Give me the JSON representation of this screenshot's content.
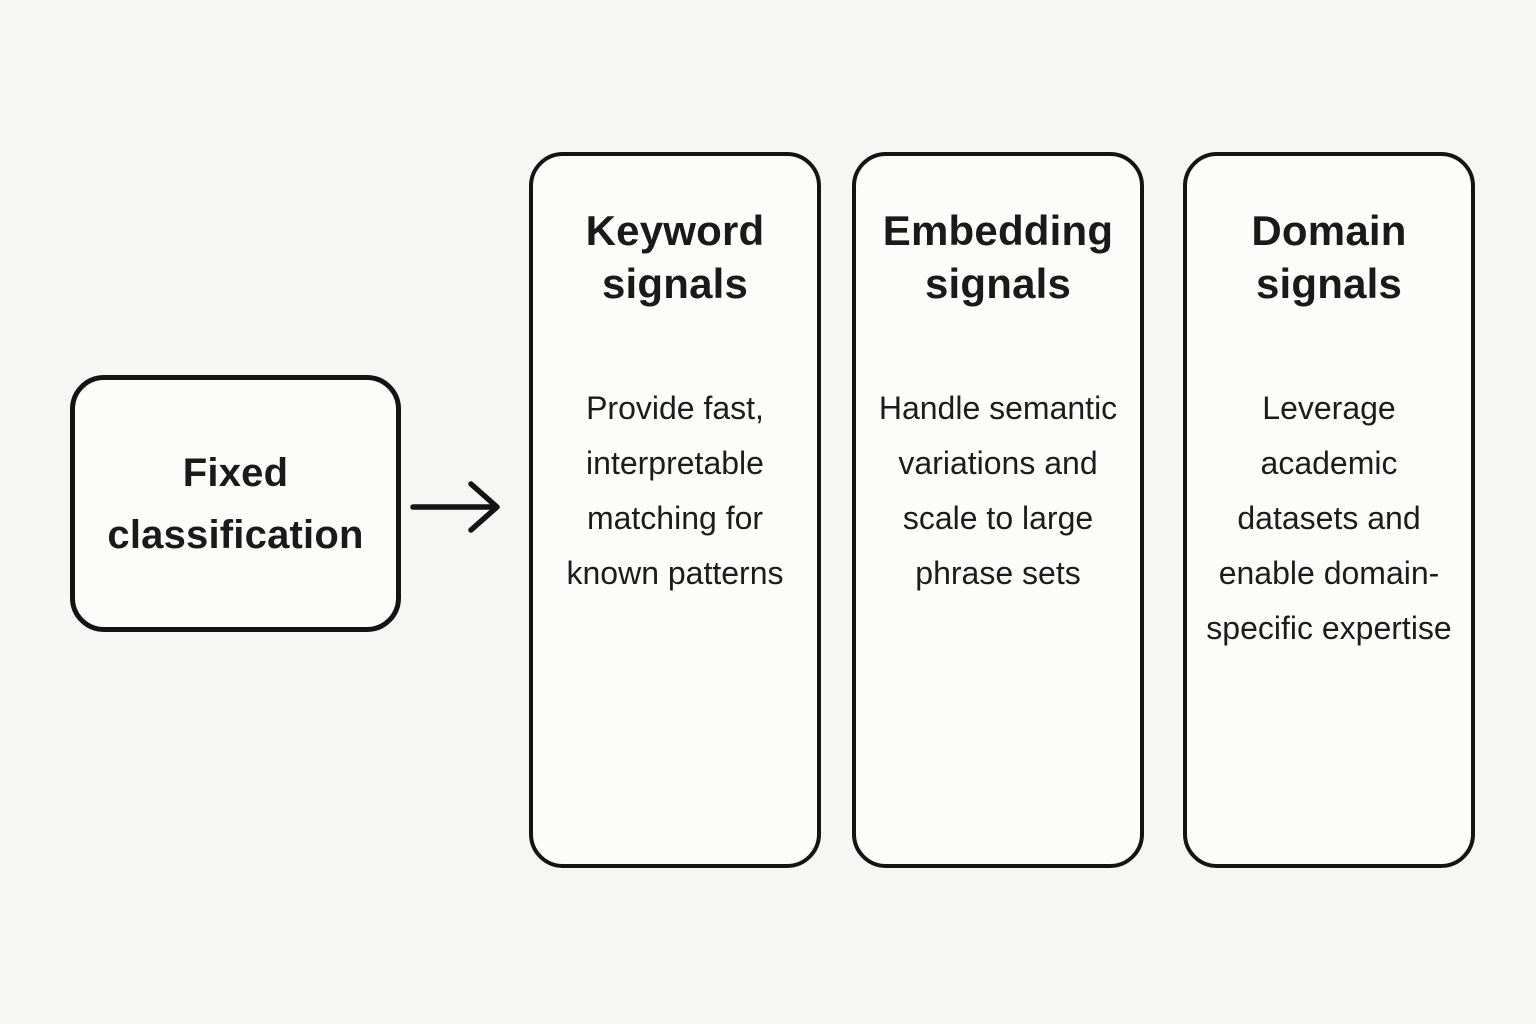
{
  "diagram": {
    "source_box": {
      "label": "Fixed classification"
    },
    "arrow": {
      "icon": "right-arrow-icon",
      "direction": "right"
    },
    "columns": [
      {
        "title": "Keyword signals",
        "body": "Provide fast, interpretable matching for known patterns"
      },
      {
        "title": "Embedding signals",
        "body": "Handle semantic variations and scale to large phrase sets"
      },
      {
        "title": "Domain signals",
        "body": "Leverage academic datasets and enable domain-specific expertise"
      }
    ],
    "colors": {
      "background": "#f6f6f5",
      "box_fill": "#fcfcfb",
      "border": "#141414",
      "text": "#1a1a1a"
    }
  }
}
